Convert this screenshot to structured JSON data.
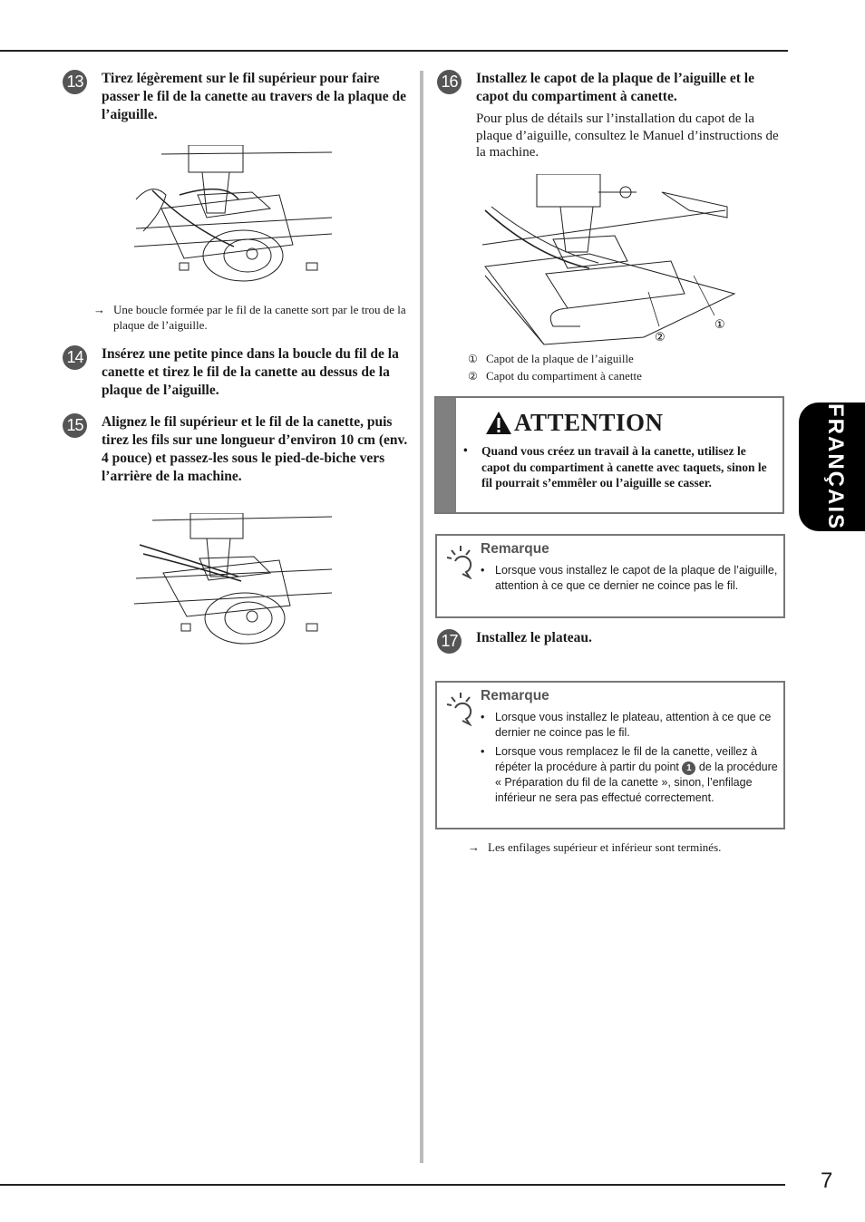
{
  "page": {
    "number": "7",
    "side_tab": "FRANÇAIS"
  },
  "left_column": {
    "step13": {
      "number": "13",
      "title": "Tirez légèrement sur le fil supérieur pour faire passer le fil de la canette au travers de la plaque de l’aiguille.",
      "result_arrow": "→",
      "result": "Une boucle formée par le fil de la canette sort par le trou de la plaque de l’aiguille."
    },
    "step14": {
      "number": "14",
      "title": "Insérez une petite pince dans la boucle du fil de la canette et tirez le fil de la canette au dessus de la plaque de l’aiguille."
    },
    "step15": {
      "number": "15",
      "title": "Alignez le fil supérieur et le fil de la canette, puis tirez les fils sur une longueur d’environ 10 cm (env. 4 pouce) et passez-les sous le pied-de-biche vers l’arrière de la machine."
    }
  },
  "right_column": {
    "step16": {
      "number": "16",
      "title": "Installez le capot de la plaque de l’aiguille et le capot du compartiment à canette.",
      "body": "Pour plus de détails sur l’installation du capot de la plaque d’aiguille, consultez le Manuel d’instructions de la machine.",
      "callout1": "①",
      "callout2": "②",
      "legend": [
        {
          "marker": "①",
          "text": "Capot de la plaque de l’aiguille"
        },
        {
          "marker": "②",
          "text": "Capot du compartiment à canette"
        }
      ]
    },
    "attention": {
      "title": "ATTENTION",
      "bullet": "•",
      "text": "Quand vous créez un travail à la canette, utilisez le capot du compartiment à canette avec taquets, sinon le fil pourrait s’emmêler ou l’aiguille se casser."
    },
    "remarque1": {
      "label": "Remarque",
      "items": [
        "Lorsque vous installez le capot de la plaque de l’aiguille, attention à ce que ce dernier ne coince pas le fil."
      ]
    },
    "step17": {
      "number": "17",
      "title": "Installez le plateau."
    },
    "remarque2": {
      "label": "Remarque",
      "item1": "Lorsque vous installez le plateau, attention à ce que ce dernier ne coince pas le fil.",
      "item2_before": "Lorsque vous remplacez le fil de la canette, veillez à répéter la procédure à partir du point",
      "item2_point": "1",
      "item2_after": "de la procédure « Préparation du fil de la canette », sinon, l’enfilage inférieur ne sera pas effectué correctement."
    },
    "final_arrow": "→",
    "final_result": "Les enfilages supérieur et inférieur sont terminés."
  },
  "icons": {
    "warning": "warning-triangle-icon",
    "note": "lightbulb-note-icon"
  }
}
